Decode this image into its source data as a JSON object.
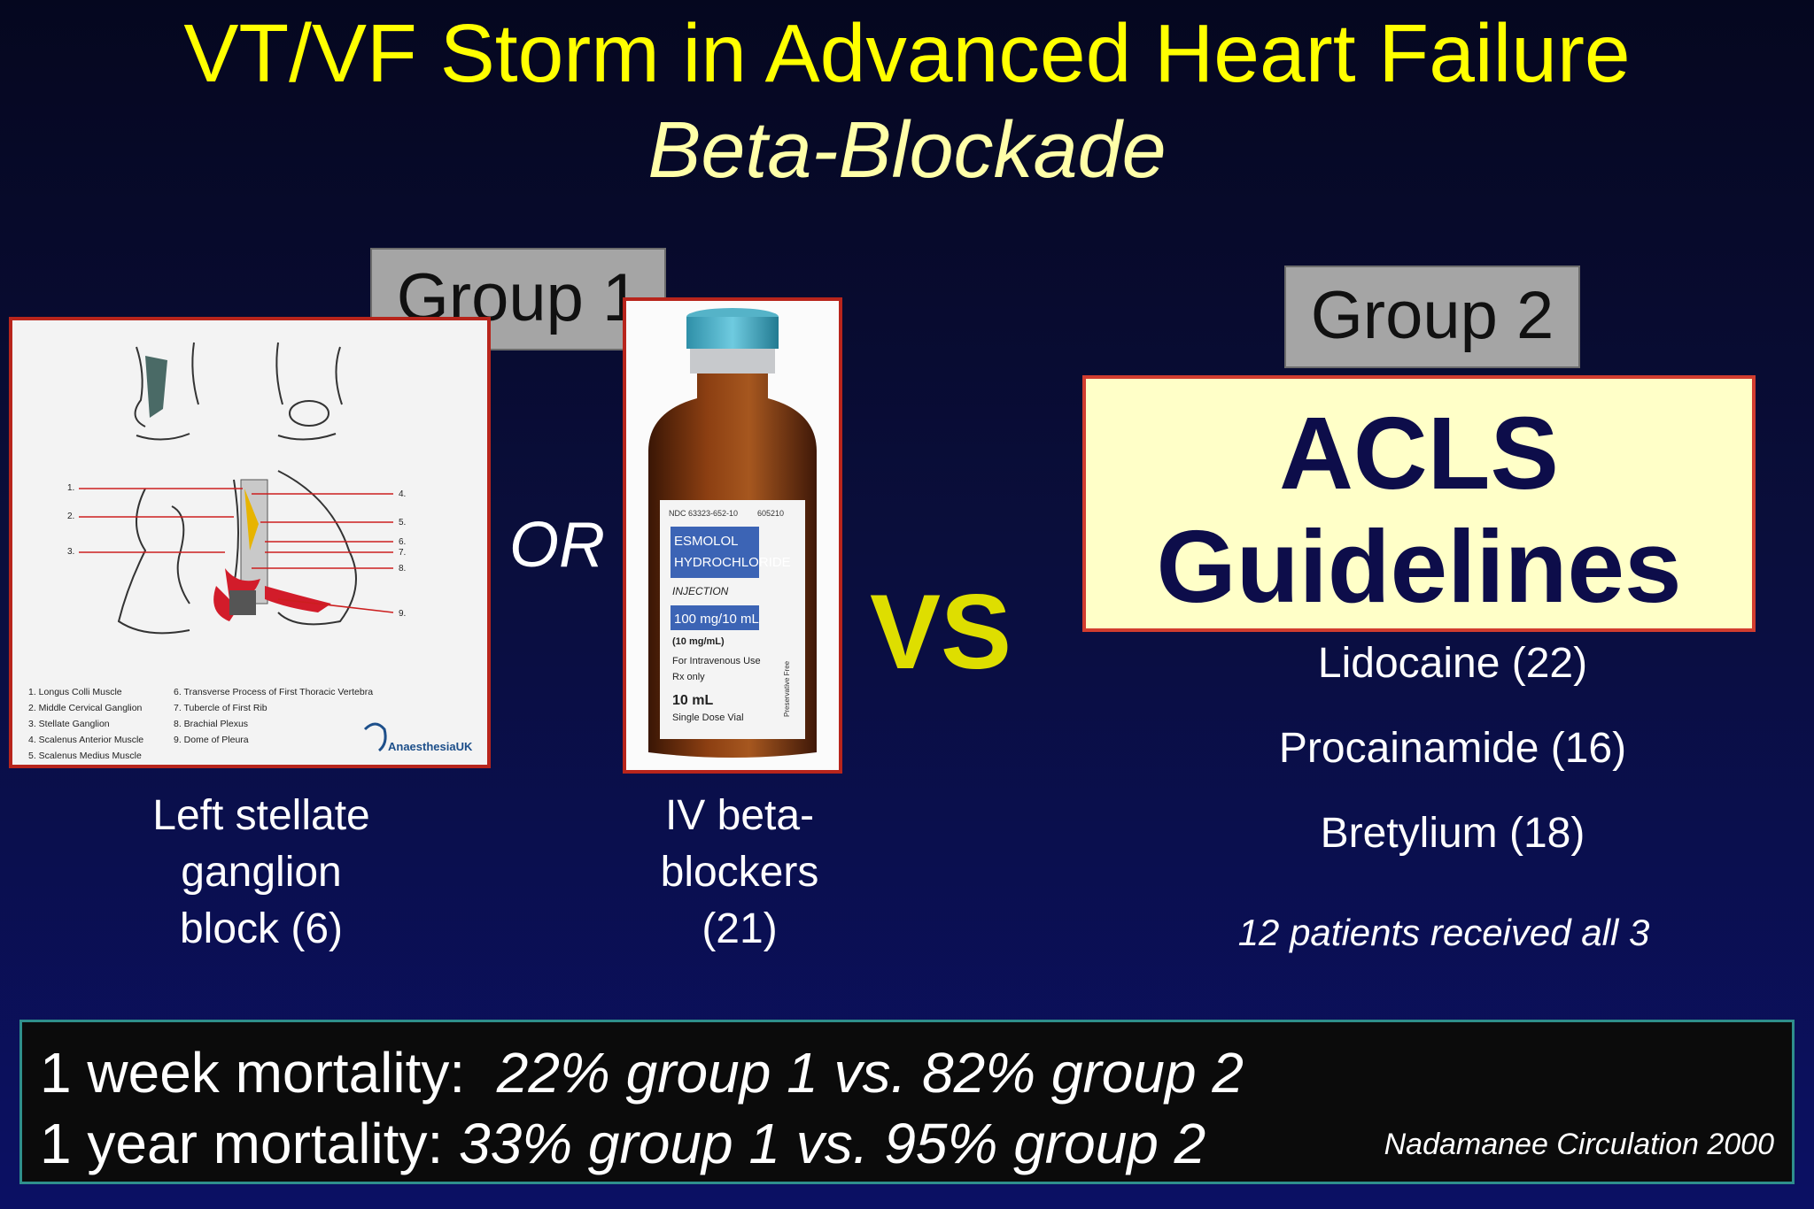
{
  "slide": {
    "title": "VT/VF Storm in Advanced Heart Failure",
    "subtitle": "Beta-Blockade"
  },
  "group1": {
    "label": "Group 1",
    "or_text": "OR",
    "diagram": {
      "numbers": [
        "1.",
        "2.",
        "3.",
        "4.",
        "5.",
        "6.",
        "7.",
        "8.",
        "9."
      ],
      "legend_left": [
        "1. Longus Colli Muscle",
        "2. Middle Cervical Ganglion",
        "3. Stellate Ganglion",
        "4. Scalenus Anterior Muscle",
        "5. Scalenus Medius Muscle"
      ],
      "legend_right": [
        "6. Transverse Process of First Thoracic Vertebra",
        "7. Tubercle of First Rib",
        "8. Brachial Plexus",
        "9. Dome of Pleura"
      ],
      "logo_text": "AnaesthesiaUK"
    },
    "vial": {
      "ndc": "NDC 63323-652-10",
      "code": "605210",
      "drug_line1": "ESMOLOL",
      "drug_line2": "HYDROCHLORIDE",
      "form": "INJECTION",
      "strength": "100 mg/10 mL",
      "concentration": "(10 mg/mL)",
      "route": "For Intravenous Use",
      "rx": "Rx only",
      "volume": "10 mL",
      "vial_type": "Single Dose Vial",
      "side_text": "Preservative Free"
    },
    "caption1": [
      "Left stellate",
      "ganglion",
      "block (6)"
    ],
    "caption2": [
      "IV beta-",
      "blockers",
      "(21)"
    ]
  },
  "vs_text": "VS",
  "group2": {
    "label": "Group 2",
    "box_line1": "ACLS",
    "box_line2": "Guidelines",
    "drugs": [
      "Lidocaine (22)",
      "Procainamide (16)",
      "Bretylium (18)"
    ],
    "note": "12 patients received all 3"
  },
  "mortality": {
    "week_label": "1 week mortality:",
    "week_value": "22% group 1 vs. 82% group 2",
    "year_label": "1 year mortality:",
    "year_value": "33% group 1 vs. 95% group 2",
    "citation": "Nadamanee Circulation 2000"
  }
}
